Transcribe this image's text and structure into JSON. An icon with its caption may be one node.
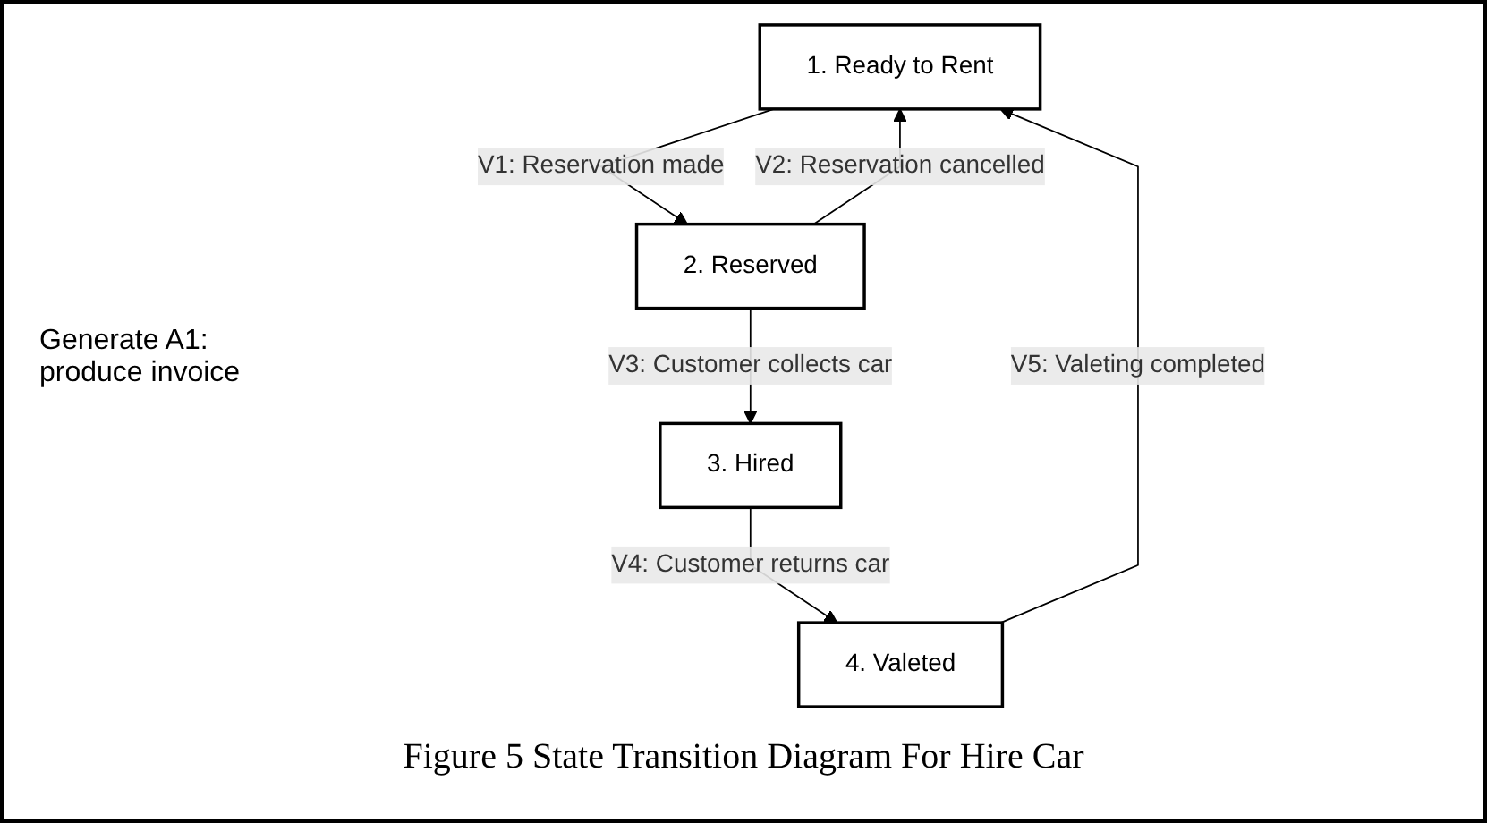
{
  "diagram": {
    "caption": "Figure 5 State Transition Diagram For Hire Car",
    "nodes": [
      {
        "text": [
          "1. Ready to Rent"
        ]
      },
      {
        "text": [
          "2. Reserved"
        ]
      },
      {
        "text": [
          "3. Hired"
        ]
      },
      {
        "text": [
          "4. Valeted"
        ]
      }
    ],
    "edges": [
      {
        "from": 0,
        "to": 1,
        "arrow": "to",
        "label": "V1: Reservation made"
      },
      {
        "from": 1,
        "to": 0,
        "arrow": "to",
        "label": "V2: Reservation cancelled"
      },
      {
        "from": 1,
        "to": 2,
        "arrow": "to",
        "label": "V3: Customer collects car"
      },
      {
        "from": 2,
        "to": 3,
        "arrow": "to",
        "label": "V4: Customer returns car"
      },
      {
        "from": 3,
        "to": 0,
        "arrow": "to",
        "label": "V5: Valeting completed"
      }
    ],
    "labels": [
      "Generate A1: produce invoice"
    ]
  }
}
